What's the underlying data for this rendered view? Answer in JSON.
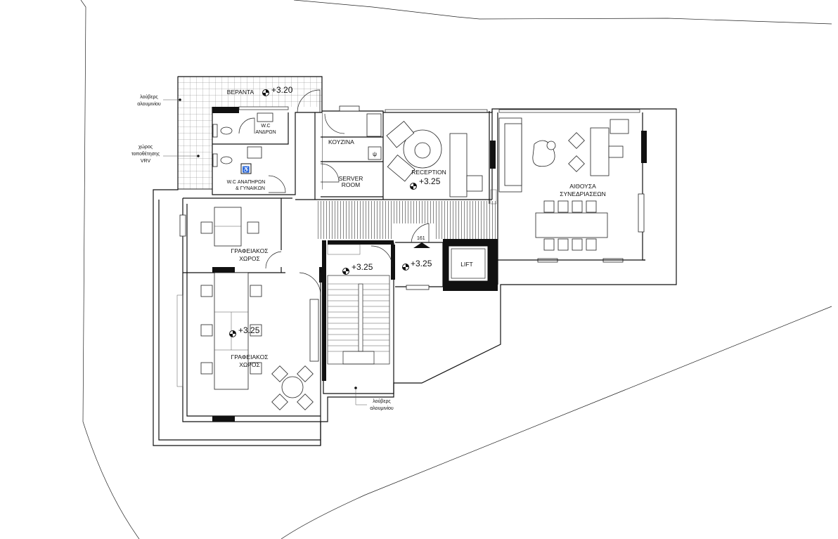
{
  "labels": {
    "veranta": "ΒΕΡΑΝΤΑ",
    "wc_andron_1": "W.C",
    "wc_andron_2": "ΑΝΔΡΩΝ",
    "wc_amea_1": "W.C ΑΝΑΠΗΡΩΝ",
    "wc_amea_2": "& ΓΥΝΑΙΚΩΝ",
    "kouzina": "ΚΟΥΖΙΝΑ",
    "server_1": "SERVER",
    "server_2": "ROOM",
    "reception": "RECEPTION",
    "aithousa_1": "ΑΙΘΟΥΣΑ",
    "aithousa_2": "ΣΥΝΕΔΡΙΑΣΕΩΝ",
    "office_top_1": "ΓΡΑΦΕΙΑΚΟΣ",
    "office_top_2": "ΧΩΡΟΣ",
    "office_bottom_1": "ΓΡΑΦΕΙΑΚΟΣ",
    "office_bottom_2": "ΧΩΡΟΣ",
    "lift": "LIFT",
    "step_count": "161"
  },
  "levels": {
    "veranta": "+3.20",
    "reception": "+3.25",
    "stair": "+3.25",
    "lobby": "+3.25",
    "office": "+3.25"
  },
  "annotations": {
    "louvers_top_1": "λούβερς",
    "louvers_top_2": "αλουμινίου",
    "vrv_1": "χώρος",
    "vrv_2": "τοποθέτησης",
    "vrv_3": "VRV",
    "louvers_bottom_1": "λούβερς",
    "louvers_bottom_2": "αλουμινίου"
  }
}
